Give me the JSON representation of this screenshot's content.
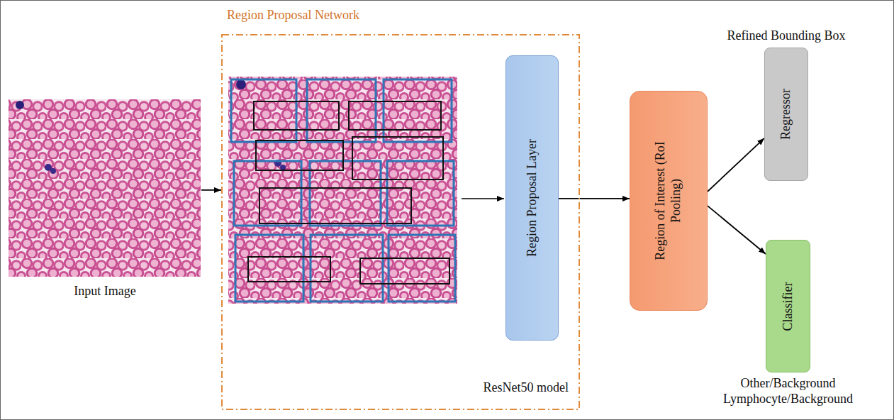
{
  "diagram": {
    "nodes": [
      {
        "text": [
          "Input Image"
        ]
      },
      {
        "text": [
          "Region Proposal Network",
          "ResNet50 model"
        ]
      },
      {
        "text": [
          "Region Proposal Layer"
        ],
        "in": 1
      },
      {
        "text": [
          "Region of Interest (RoI Pooling)"
        ]
      },
      {
        "text": [
          "Refined Bounding Box",
          "Regressor"
        ]
      },
      {
        "text": [
          "Classifier",
          "Other/Background Lymphocyte/Background"
        ]
      }
    ],
    "edges": [
      {
        "from": 0,
        "to": 1,
        "arrow": "to"
      },
      {
        "from": 2,
        "to": 3,
        "arrow": "to"
      },
      {
        "from": 3,
        "to": 4,
        "arrow": "to"
      },
      {
        "from": 3,
        "to": 5,
        "arrow": "to"
      }
    ]
  }
}
